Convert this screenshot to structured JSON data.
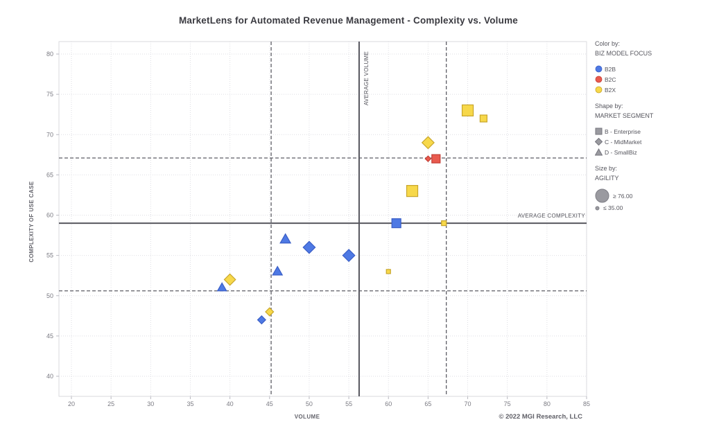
{
  "title": "MarketLens for Automated Revenue Management - Complexity vs. Volume",
  "footer": {
    "copyright": "© 2022 MGI Research, LLC"
  },
  "legend": {
    "color": {
      "heading": "Color by:",
      "field": "BIZ MODEL FOCUS",
      "items": [
        {
          "label": "B2B",
          "fill": "#4e79e4",
          "stroke": "#3a5ec6"
        },
        {
          "label": "B2C",
          "fill": "#e95a4e",
          "stroke": "#c23e35"
        },
        {
          "label": "B2X",
          "fill": "#f7d84a",
          "stroke": "#c7a52a"
        }
      ]
    },
    "shape": {
      "heading": "Shape by:",
      "field": "MARKET SEGMENT",
      "icon_fill": "#9a9aa0",
      "icon_stroke": "#76767e",
      "items": [
        {
          "label": "B - Enterprise",
          "shape": "square"
        },
        {
          "label": "C - MidMarket",
          "shape": "diamond"
        },
        {
          "label": "D - SmallBiz",
          "shape": "triangle"
        }
      ]
    },
    "size": {
      "heading": "Size by:",
      "field": "AGILITY",
      "icon_fill": "#9a9aa0",
      "icon_stroke": "#7e7e86",
      "items": [
        {
          "label": "≥ 76.00",
          "diameter": 19
        },
        {
          "label": "≤ 35.00",
          "diameter": 5
        }
      ]
    }
  },
  "chart_data": {
    "type": "scatter",
    "title": "MarketLens for Automated Revenue Management - Complexity vs. Volume",
    "xlabel": "VOLUME",
    "ylabel": "COMPLEXITY OF USE CASE",
    "xlim": [
      18.4,
      85
    ],
    "ylim": [
      37.5,
      81.5
    ],
    "xticks": [
      20,
      25,
      30,
      35,
      40,
      45,
      50,
      55,
      60,
      65,
      70,
      75,
      80,
      85
    ],
    "yticks": [
      40,
      45,
      50,
      55,
      60,
      65,
      70,
      75,
      80
    ],
    "grid": true,
    "legend_position": "right",
    "reference_lines": {
      "average_volume": {
        "value": 56.3,
        "label": "AVERAGE VOLUME",
        "style": "solid"
      },
      "average_complexity": {
        "value": 59.0,
        "label": "AVERAGE COMPLEXITY",
        "style": "solid"
      },
      "dashed_vertical": [
        45.2,
        67.3
      ],
      "dashed_horizontal": [
        67.1,
        50.6
      ]
    },
    "series": [
      {
        "name": "B2B",
        "fill": "#4e79e4",
        "stroke": "#3a5ec6",
        "points": [
          {
            "x": 61,
            "y": 59,
            "shape": "square",
            "size": 13
          },
          {
            "x": 47,
            "y": 57,
            "shape": "triangle",
            "size": 15
          },
          {
            "x": 50,
            "y": 56,
            "shape": "diamond",
            "size": 15
          },
          {
            "x": 55,
            "y": 55,
            "shape": "diamond",
            "size": 15
          },
          {
            "x": 46,
            "y": 53,
            "shape": "triangle",
            "size": 14
          },
          {
            "x": 39,
            "y": 51,
            "shape": "triangle",
            "size": 13
          },
          {
            "x": 44,
            "y": 47,
            "shape": "diamond",
            "size": 10
          }
        ]
      },
      {
        "name": "B2C",
        "fill": "#e95a4e",
        "stroke": "#c23e35",
        "points": [
          {
            "x": 65,
            "y": 67,
            "shape": "diamond",
            "size": 7
          },
          {
            "x": 66,
            "y": 67,
            "shape": "square",
            "size": 12
          }
        ]
      },
      {
        "name": "B2X",
        "fill": "#f7d84a",
        "stroke": "#c7a52a",
        "points": [
          {
            "x": 70,
            "y": 73,
            "shape": "square",
            "size": 16
          },
          {
            "x": 72,
            "y": 72,
            "shape": "square",
            "size": 10
          },
          {
            "x": 65,
            "y": 69,
            "shape": "diamond",
            "size": 15
          },
          {
            "x": 63,
            "y": 63,
            "shape": "square",
            "size": 16
          },
          {
            "x": 67,
            "y": 59,
            "shape": "square",
            "size": 7
          },
          {
            "x": 60,
            "y": 53,
            "shape": "square",
            "size": 6
          },
          {
            "x": 40,
            "y": 52,
            "shape": "diamond",
            "size": 14
          },
          {
            "x": 45,
            "y": 48,
            "shape": "diamond",
            "size": 10
          }
        ]
      }
    ]
  }
}
